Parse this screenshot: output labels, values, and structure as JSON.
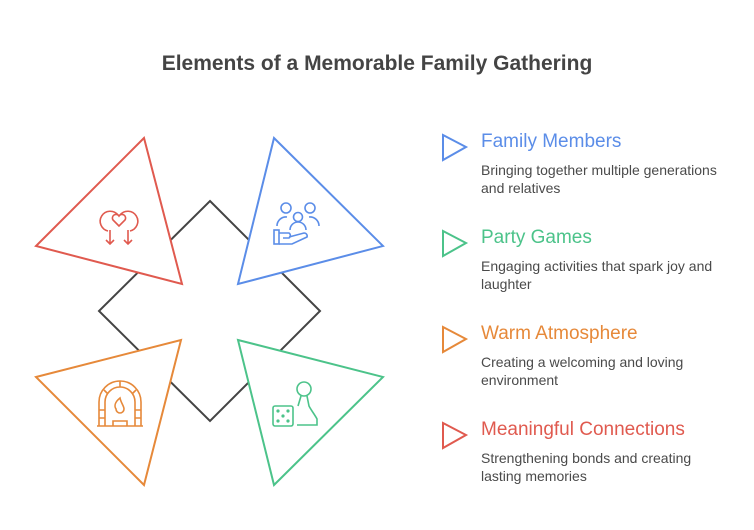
{
  "title": "Elements of a Memorable Family Gathering",
  "colors": {
    "red": "#e05a4f",
    "blue": "#5b8de8",
    "green": "#4cc38a",
    "orange": "#e6893a",
    "center": "#444444"
  },
  "items": [
    {
      "title": "Family Members",
      "description": "Bringing together multiple generations and relatives",
      "color": "#5b8de8",
      "icon": "family-hand-icon"
    },
    {
      "title": "Party Games",
      "description": "Engaging activities that spark joy and laughter",
      "color": "#4cc38a",
      "icon": "dice-pawn-icon"
    },
    {
      "title": "Warm Atmosphere",
      "description": "Creating a welcoming and loving environment",
      "color": "#e6893a",
      "icon": "fireplace-icon"
    },
    {
      "title": "Meaningful Connections",
      "description": "Strengthening bonds and creating lasting memories",
      "color": "#e05a4f",
      "icon": "heart-connection-icon"
    }
  ]
}
